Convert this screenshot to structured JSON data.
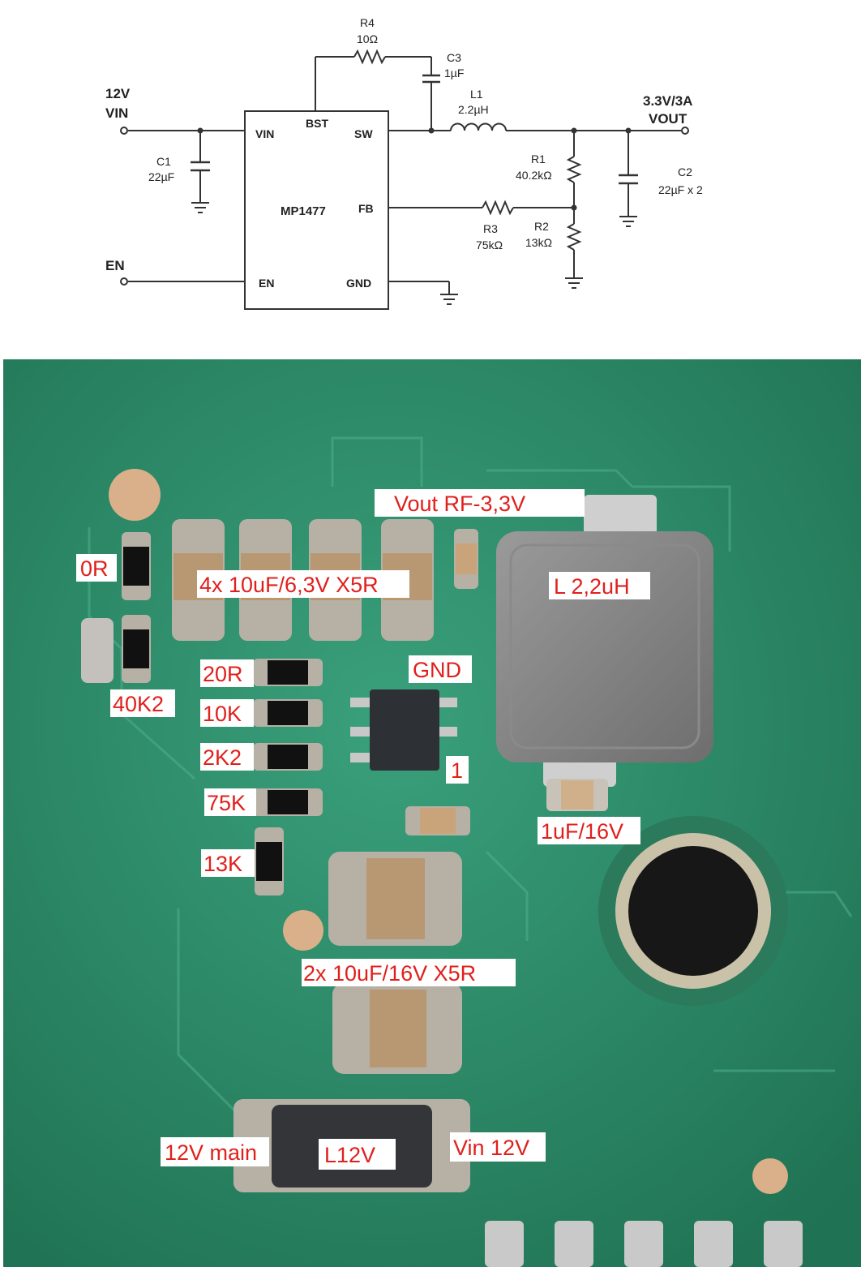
{
  "schematic": {
    "ic_name": "MP1477",
    "pins": {
      "vin": "VIN",
      "bst": "BST",
      "sw": "SW",
      "fb": "FB",
      "en": "EN",
      "gnd": "GND"
    },
    "input_voltage": "12V",
    "input_label": "VIN",
    "enable_label": "EN",
    "output_voltage": "3.3V/3A",
    "output_label": "VOUT",
    "r4": {
      "ref": "R4",
      "value": "10Ω"
    },
    "c3": {
      "ref": "C3",
      "value": "1µF"
    },
    "l1": {
      "ref": "L1",
      "value": "2.2µH"
    },
    "c1": {
      "ref": "C1",
      "value": "22µF"
    },
    "r1": {
      "ref": "R1",
      "value": "40.2kΩ"
    },
    "r2": {
      "ref": "R2",
      "value": "13kΩ"
    },
    "r3": {
      "ref": "R3",
      "value": "75kΩ"
    },
    "c2": {
      "ref": "C2",
      "value": "22µF x 2"
    }
  },
  "board_labels": {
    "vout_rf": "Vout RF-3,3V",
    "zero_r": "0R",
    "out_caps": "4x 10uF/6,3V X5R",
    "inductor": "L 2,2uH",
    "r_20r": "20R",
    "gnd": "GND",
    "r_40k2": "40K2",
    "r_10k": "10K",
    "r_2k2": "2K2",
    "pin1": "1",
    "r_75k": "75K",
    "cap_1uf": "1uF/16V",
    "r_13k": "13K",
    "in_caps": "2x 10uF/16V X5R",
    "main_12v": "12V main",
    "l12v": "L12V",
    "vin_12v": "Vin 12V"
  },
  "colors": {
    "pcb_green": "#2f8f6c",
    "label_red": "#e0201c",
    "schematic_line": "#333333"
  }
}
